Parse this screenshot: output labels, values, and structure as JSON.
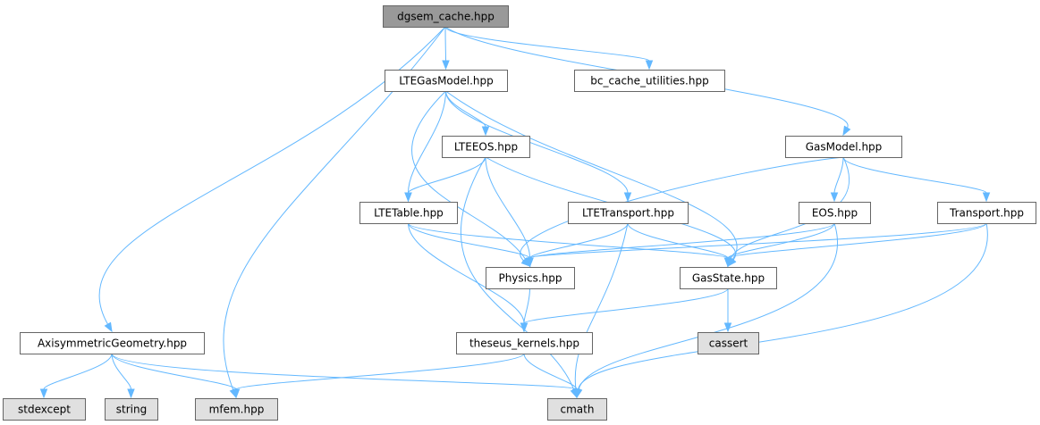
{
  "nodes": {
    "dgsem_cache": {
      "label": "dgsem_cache.hpp",
      "kind": "root"
    },
    "LTEGasModel": {
      "label": "LTEGasModel.hpp",
      "kind": "internal"
    },
    "bc_cache_utilities": {
      "label": "bc_cache_utilities.hpp",
      "kind": "internal"
    },
    "GasModel": {
      "label": "GasModel.hpp",
      "kind": "internal"
    },
    "LTEEOS": {
      "label": "LTEEOS.hpp",
      "kind": "internal"
    },
    "LTETable": {
      "label": "LTETable.hpp",
      "kind": "internal"
    },
    "LTETransport": {
      "label": "LTETransport.hpp",
      "kind": "internal"
    },
    "EOS": {
      "label": "EOS.hpp",
      "kind": "internal"
    },
    "Transport": {
      "label": "Transport.hpp",
      "kind": "internal"
    },
    "Physics": {
      "label": "Physics.hpp",
      "kind": "internal"
    },
    "GasState": {
      "label": "GasState.hpp",
      "kind": "internal"
    },
    "AxisymmetricGeometry": {
      "label": "AxisymmetricGeometry.hpp",
      "kind": "internal"
    },
    "theseus_kernels": {
      "label": "theseus_kernels.hpp",
      "kind": "internal"
    },
    "cassert": {
      "label": "cassert",
      "kind": "external"
    },
    "stdexcept": {
      "label": "stdexcept",
      "kind": "external"
    },
    "string": {
      "label": "string",
      "kind": "external"
    },
    "mfem": {
      "label": "mfem.hpp",
      "kind": "external"
    },
    "cmath": {
      "label": "cmath",
      "kind": "external"
    }
  },
  "edges": [
    [
      "dgsem_cache",
      "LTEGasModel"
    ],
    [
      "dgsem_cache",
      "bc_cache_utilities"
    ],
    [
      "dgsem_cache",
      "GasModel"
    ],
    [
      "dgsem_cache",
      "AxisymmetricGeometry"
    ],
    [
      "dgsem_cache",
      "mfem"
    ],
    [
      "LTEGasModel",
      "LTEEOS"
    ],
    [
      "LTEGasModel",
      "LTETable"
    ],
    [
      "LTEGasModel",
      "LTETransport"
    ],
    [
      "LTEGasModel",
      "Physics"
    ],
    [
      "LTEGasModel",
      "GasState"
    ],
    [
      "LTEEOS",
      "LTETable"
    ],
    [
      "LTEEOS",
      "Physics"
    ],
    [
      "LTEEOS",
      "GasState"
    ],
    [
      "LTEEOS",
      "cmath"
    ],
    [
      "LTETable",
      "Physics"
    ],
    [
      "LTETable",
      "GasState"
    ],
    [
      "LTETable",
      "theseus_kernels"
    ],
    [
      "LTETransport",
      "Physics"
    ],
    [
      "LTETransport",
      "GasState"
    ],
    [
      "LTETransport",
      "cmath"
    ],
    [
      "GasModel",
      "EOS"
    ],
    [
      "GasModel",
      "Transport"
    ],
    [
      "GasModel",
      "Physics"
    ],
    [
      "GasModel",
      "GasState"
    ],
    [
      "EOS",
      "Physics"
    ],
    [
      "EOS",
      "GasState"
    ],
    [
      "EOS",
      "cmath"
    ],
    [
      "Transport",
      "Physics"
    ],
    [
      "Transport",
      "GasState"
    ],
    [
      "Transport",
      "cmath"
    ],
    [
      "Physics",
      "theseus_kernels"
    ],
    [
      "GasState",
      "theseus_kernels"
    ],
    [
      "GasState",
      "cassert"
    ],
    [
      "theseus_kernels",
      "mfem"
    ],
    [
      "theseus_kernels",
      "cmath"
    ],
    [
      "AxisymmetricGeometry",
      "stdexcept"
    ],
    [
      "AxisymmetricGeometry",
      "string"
    ],
    [
      "AxisymmetricGeometry",
      "mfem"
    ],
    [
      "AxisymmetricGeometry",
      "cmath"
    ]
  ],
  "colors": {
    "root_fill": "#999999",
    "internal_fill": "#ffffff",
    "external_fill": "#e0e0e0",
    "node_border": "#666666",
    "edge": "#63b8ff"
  }
}
